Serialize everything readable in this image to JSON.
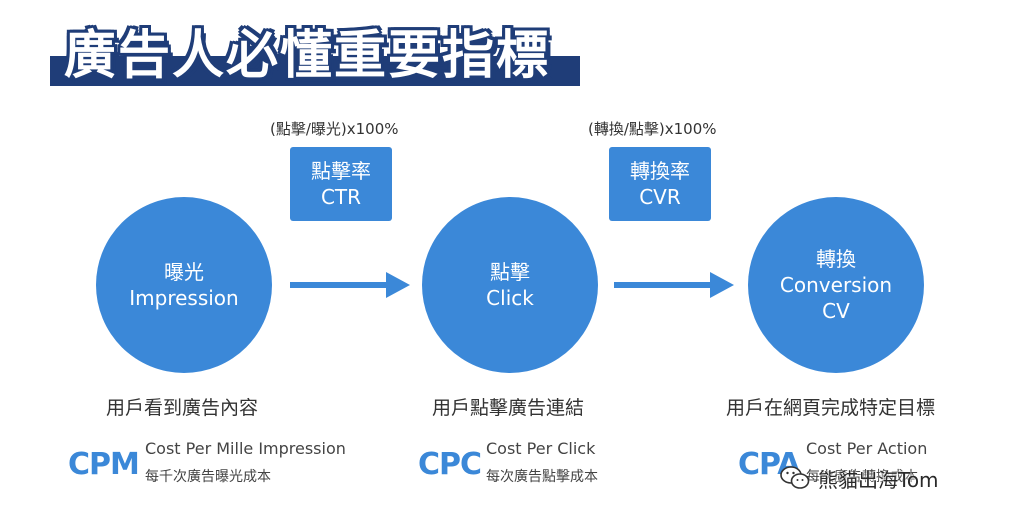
{
  "title": "廣告人必懂重要指標",
  "rates": [
    {
      "formula": "(點擊/曝光)x100%",
      "name": "點擊率",
      "abbr": "CTR"
    },
    {
      "formula": "(轉換/點擊)x100%",
      "name": "轉換率",
      "abbr": "CVR"
    }
  ],
  "stages": [
    {
      "line1": "曝光",
      "line2": "Impression",
      "line3": "",
      "caption": "用戶看到廣告內容"
    },
    {
      "line1": "點擊",
      "line2": "Click",
      "line3": "",
      "caption": "用戶點擊廣告連結"
    },
    {
      "line1": "轉換",
      "line2": "Conversion",
      "line3": "CV",
      "caption": "用戶在網頁完成特定目標"
    }
  ],
  "metrics": [
    {
      "abbr": "CPM",
      "full": "Cost Per Mille Impression",
      "desc": "每千次廣告曝光成本"
    },
    {
      "abbr": "CPC",
      "full": "Cost Per Click",
      "desc": "每次廣告點擊成本"
    },
    {
      "abbr": "CPA",
      "full": "Cost Per Action",
      "desc": "每次廣告轉換成本"
    }
  ],
  "watermark": {
    "icon": "wechat-icon",
    "text": "熊貓出海Tom"
  },
  "colors": {
    "accent": "#3b88d8",
    "title_bar": "#1f3d78"
  }
}
